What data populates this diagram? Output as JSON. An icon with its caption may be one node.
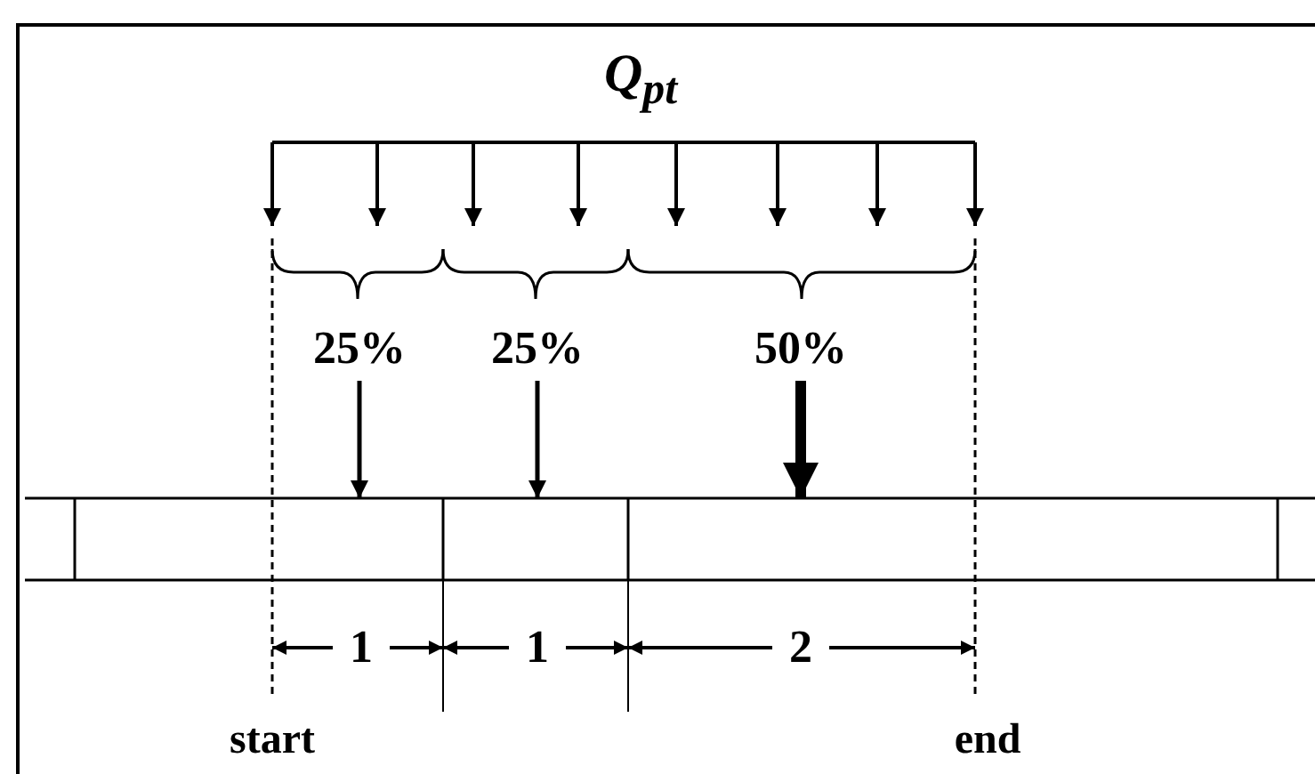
{
  "diagram": {
    "title": "Q$_{pt}$",
    "labels": [
      "25%",
      "25%",
      "50%",
      "1",
      "1",
      "2",
      "start",
      "end"
    ]
  }
}
